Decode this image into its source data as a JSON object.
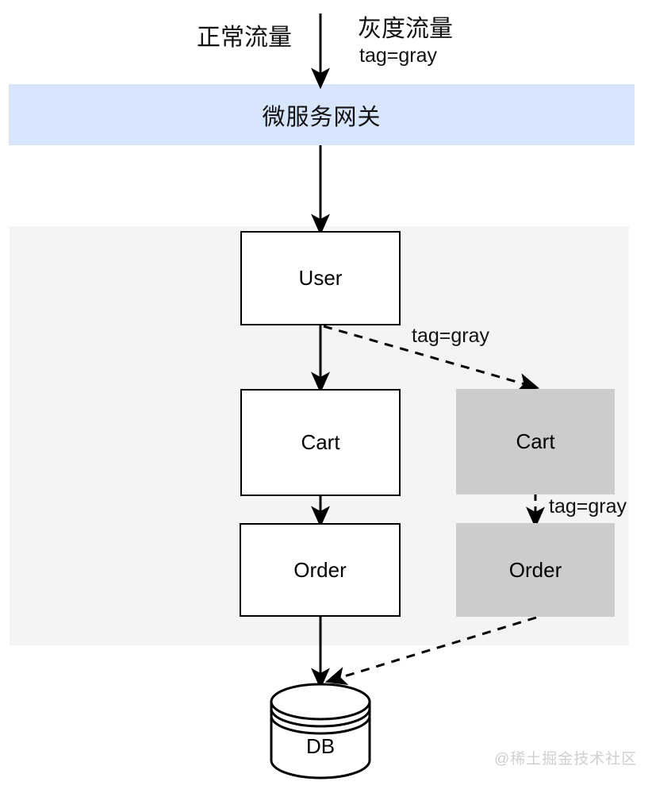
{
  "diagram": {
    "title_labels": {
      "normal_traffic": "正常流量",
      "gray_traffic": "灰度流量",
      "gray_traffic_tag": "tag=gray"
    },
    "gateway": {
      "label": "微服务网关",
      "fill": "#d7e5fd"
    },
    "zone": {
      "fill": "#f4f4f4"
    },
    "nodes": [
      {
        "id": "user",
        "label": "User",
        "variant": "white"
      },
      {
        "id": "cart",
        "label": "Cart",
        "variant": "white"
      },
      {
        "id": "order",
        "label": "Order",
        "variant": "white"
      },
      {
        "id": "cart-gray",
        "label": "Cart",
        "variant": "gray"
      },
      {
        "id": "order-gray",
        "label": "Order",
        "variant": "gray"
      }
    ],
    "database": {
      "label": "DB"
    },
    "edge_labels": {
      "user_to_gray_cart": "tag=gray",
      "gray_cart_to_gray_order": "tag=gray"
    },
    "colors": {
      "gateway_fill": "#d7e5fd",
      "zone_fill": "#f4f4f4",
      "gray_node_fill": "#cccccc",
      "stroke": "#000000",
      "watermark": "#cfcfcf"
    },
    "watermark": "@稀土掘金技术社区"
  }
}
